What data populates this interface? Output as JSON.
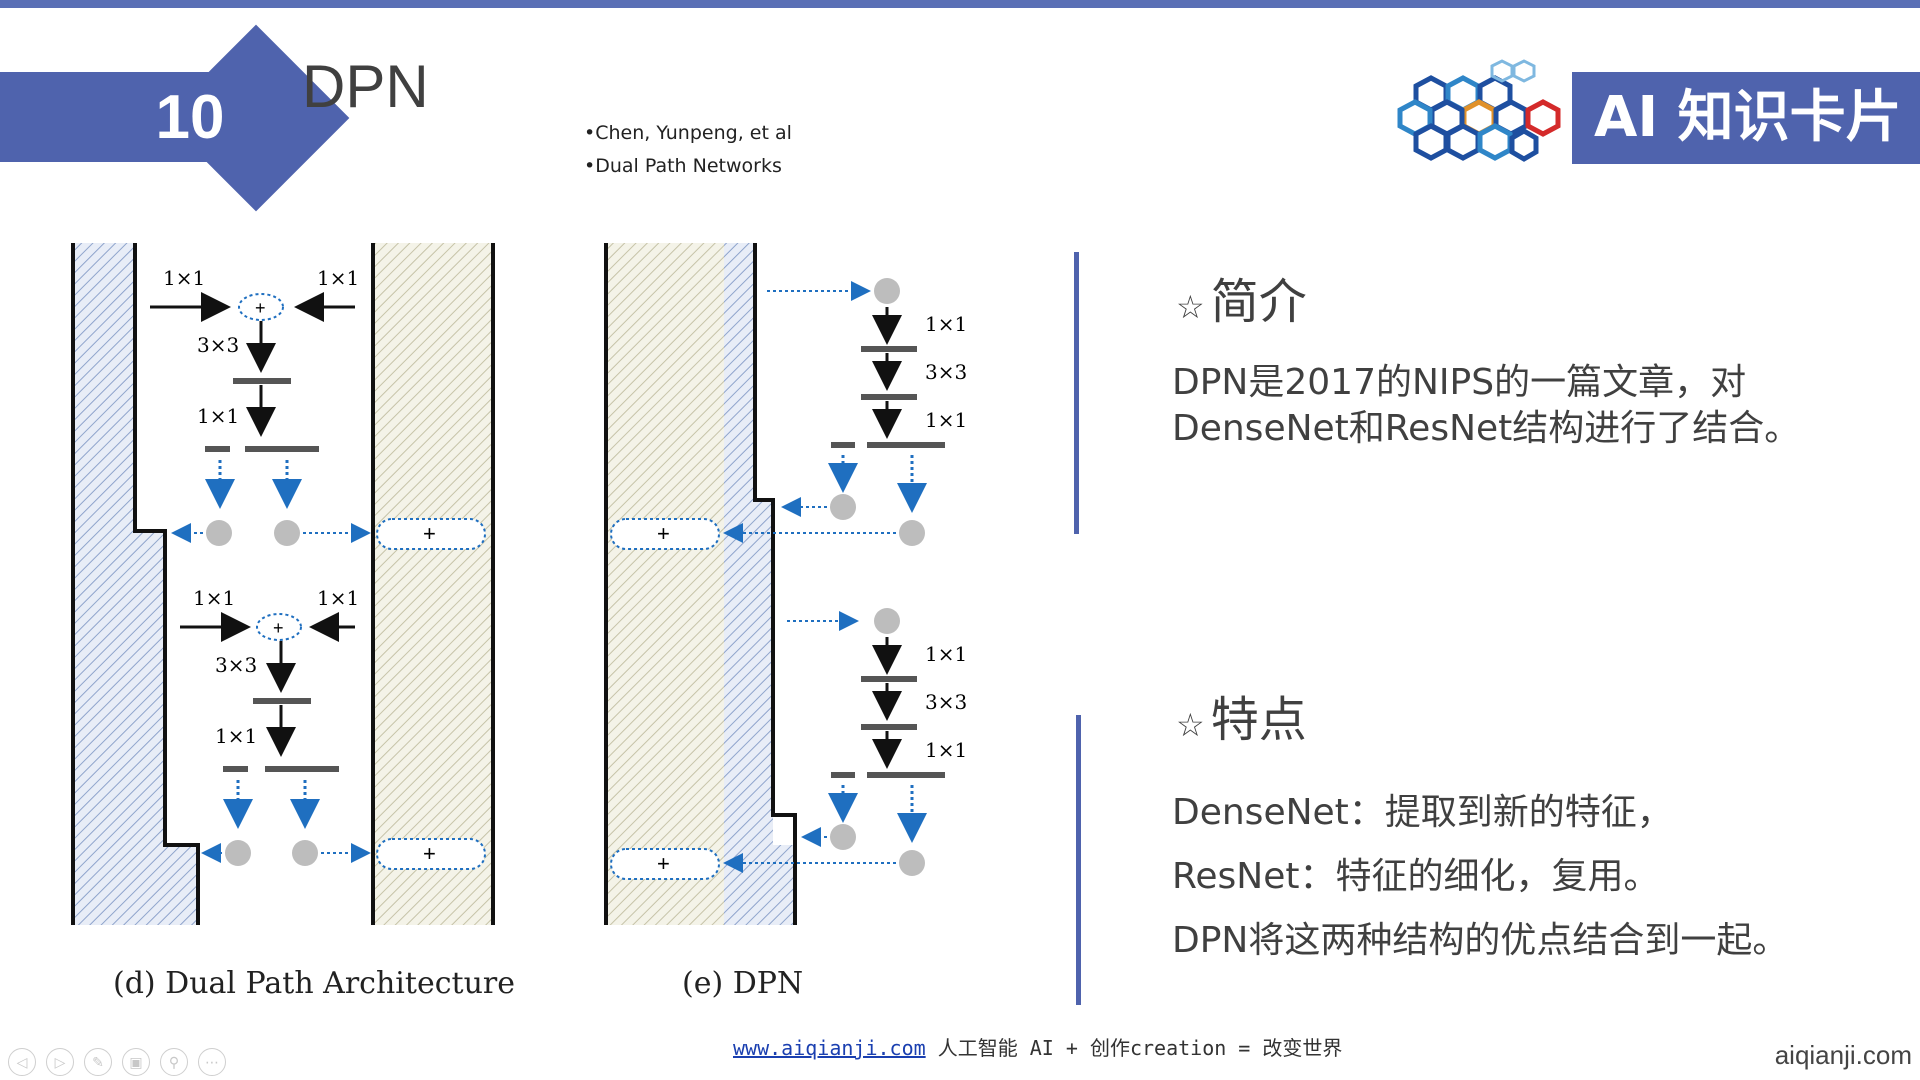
{
  "slide": {
    "number": "10",
    "title": "DPN",
    "references": [
      "•Chen, Yunpeng, et al",
      "•Dual Path Networks"
    ],
    "badge": "AI 知识卡片"
  },
  "figure": {
    "caption_left": "(d) Dual Path Architecture",
    "caption_right": "(e) DPN",
    "labels": {
      "k1": "1×1",
      "k3": "3×3",
      "plus": "+"
    }
  },
  "intro": {
    "star": "☆",
    "heading": "简介",
    "text": "DPN是2017的NIPS的一篇文章，对DenseNet和ResNet结构进行了结合。"
  },
  "features": {
    "star": "☆",
    "heading": "特点",
    "lines": [
      "DenseNet：提取到新的特征，",
      "ResNet：特征的细化，复用。",
      "DPN将这两种结构的优点结合到一起。"
    ]
  },
  "footer": {
    "link": "www.aiqianji.com",
    "text": " 人工智能 AI + 创作creation = 改变世界"
  },
  "corner_brand": "aiqianji.com",
  "controls": [
    "◁",
    "▷",
    "✎",
    "▣",
    "⚲",
    "⋯"
  ],
  "colors": {
    "accent": "#4f63ad",
    "arrow_blue": "#1f6fc0"
  }
}
